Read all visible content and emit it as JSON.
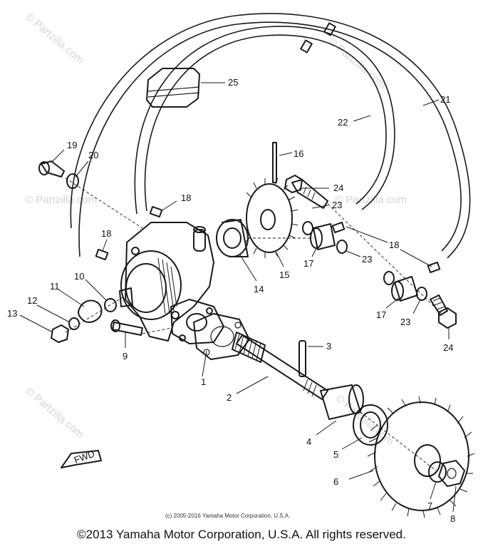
{
  "watermarks": [
    "© Partzilla.com",
    "© Partzilla.com",
    "© Partzilla.com",
    "© Partzilla.com",
    "© Partzilla.com",
    "© Partzilla.com"
  ],
  "fwd_label": "FWD",
  "inner_copyright": "(c) 2005-2016 Yamaha Motor Corporation, U.S.A.",
  "copyright": "©2013 Yamaha Motor Corporation, U.S.A. All rights reserved.",
  "callouts": {
    "c1": "1",
    "c2": "2",
    "c3": "3",
    "c4": "4",
    "c5": "5",
    "c6": "6",
    "c7": "7",
    "c8": "8",
    "c9": "9",
    "c10": "10",
    "c11": "11",
    "c12": "12",
    "c13": "13",
    "c14": "14",
    "c15": "15",
    "c16": "16",
    "c17a": "17",
    "c17b": "17",
    "c18a": "18",
    "c18b": "18",
    "c18c": "18",
    "c19": "19",
    "c20": "20",
    "c21": "21",
    "c22": "22",
    "c23a": "23",
    "c23b": "23",
    "c23c": "23",
    "c24a": "24",
    "c24b": "24",
    "c25": "25"
  }
}
